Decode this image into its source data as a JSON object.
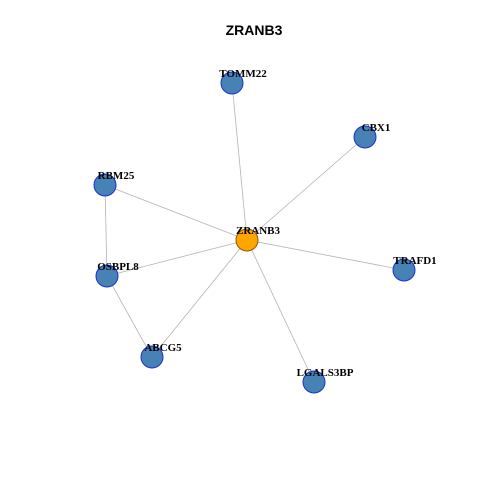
{
  "title": "ZRANB3",
  "colors": {
    "center_fill": "#FFA500",
    "center_stroke": "#8B5A00",
    "node_fill": "#4682B4",
    "node_stroke": "#1C2FD0",
    "edge": "#B4B4B4",
    "background": "#FFFFFF"
  },
  "nodes": [
    {
      "id": "ZRANB3",
      "label": "ZRANB3",
      "role": "center"
    },
    {
      "id": "TOMM22",
      "label": "TOMM22",
      "role": "neighbor"
    },
    {
      "id": "CBX1",
      "label": "CBX1",
      "role": "neighbor"
    },
    {
      "id": "RBM25",
      "label": "RBM25",
      "role": "neighbor"
    },
    {
      "id": "OSBPL8",
      "label": "OSBPL8",
      "role": "neighbor"
    },
    {
      "id": "TRAFD1",
      "label": "TRAFD1",
      "role": "neighbor"
    },
    {
      "id": "ABCG5",
      "label": "ABCG5",
      "role": "neighbor"
    },
    {
      "id": "LGALS3BP",
      "label": "LGALS3BP",
      "role": "neighbor"
    }
  ],
  "edges": [
    [
      "ZRANB3",
      "TOMM22"
    ],
    [
      "ZRANB3",
      "CBX1"
    ],
    [
      "ZRANB3",
      "RBM25"
    ],
    [
      "ZRANB3",
      "OSBPL8"
    ],
    [
      "ZRANB3",
      "TRAFD1"
    ],
    [
      "ZRANB3",
      "ABCG5"
    ],
    [
      "ZRANB3",
      "LGALS3BP"
    ],
    [
      "RBM25",
      "OSBPL8"
    ],
    [
      "OSBPL8",
      "ABCG5"
    ]
  ]
}
